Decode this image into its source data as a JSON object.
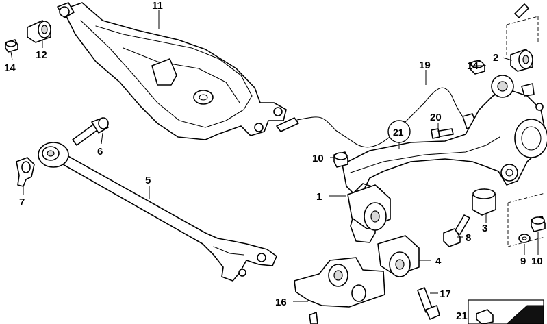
{
  "callouts": {
    "c1": "1",
    "c2": "2",
    "c3": "3",
    "c4": "4",
    "c5": "5",
    "c6": "6",
    "c7": "7",
    "c8": "8",
    "c9": "9",
    "c10a": "10",
    "c10b": "10",
    "c11": "11",
    "c12": "12",
    "c14a": "14",
    "c14b": "14",
    "c16": "16",
    "c17": "17",
    "c19": "19",
    "c20": "20",
    "c21a": "21",
    "c21b": "21"
  }
}
